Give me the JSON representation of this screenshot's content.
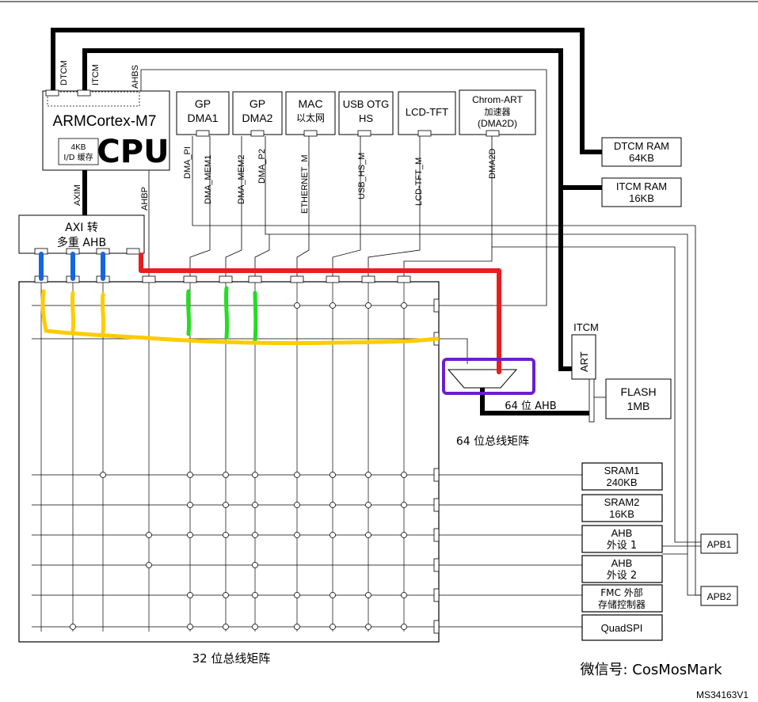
{
  "cpu": {
    "title": "ARMCortex-M7",
    "cache_line1": "4KB",
    "cache_line2": "I/D 缓存",
    "handwriting": "CPU",
    "port_dtcm": "DTCM",
    "port_itcm": "ITCM",
    "port_ahbs": "AHBS",
    "port_axim": "AXIM",
    "port_ahbp": "AHBP"
  },
  "axi_bridge": {
    "line1": "AXI 转",
    "line2": "多重 AHB"
  },
  "masters": [
    {
      "line1": "GP",
      "line2": "DMA1"
    },
    {
      "line1": "GP",
      "line2": "DMA2"
    },
    {
      "line1": "MAC",
      "line2": "以太网"
    },
    {
      "line1": "USB OTG",
      "line2": "HS"
    },
    {
      "line1": "LCD-TFT",
      "line2": ""
    },
    {
      "line1": "Chrom-ART",
      "line2": "加速器",
      "line3": "(DMA2D)"
    }
  ],
  "master_ports": [
    "DMA_PI",
    "DMA_MEM1",
    "DMA_MEM2",
    "DMA_P2",
    "ETHERNET_M",
    "USB_HS_M",
    "LCD-TFT_M",
    "DMA2D"
  ],
  "tcm": {
    "dtcm_line1": "DTCM RAM",
    "dtcm_line2": "64KB",
    "itcm_line1": "ITCM RAM",
    "itcm_line2": "16KB"
  },
  "flash_path": {
    "itcm_label": "ITCM",
    "art_label": "ART",
    "flash_line1": "FLASH",
    "flash_line2": "1MB",
    "ahb64_label": "64 位 AHB"
  },
  "matrix": {
    "matrix64_label": "64 位总线矩阵",
    "matrix32_label": "32 位总线矩阵"
  },
  "slaves": [
    {
      "line1": "SRAM1",
      "line2": "240KB"
    },
    {
      "line1": "SRAM2",
      "line2": "16KB"
    },
    {
      "line1": "AHB",
      "line2": "外设 1"
    },
    {
      "line1": "AHB",
      "line2": "外设 2"
    },
    {
      "line1": "FMC 外部",
      "line2": "存储控制器"
    },
    {
      "line1": "QuadSPI",
      "line2": ""
    }
  ],
  "apb": {
    "apb1": "APB1",
    "apb2": "APB2"
  },
  "watermark": "微信号: CosMosMark",
  "doc_ref": "MS34163V1",
  "colors": {
    "axi_links": "#1565e0",
    "dma_links": "#22dd22",
    "path_highlight": "#ffcc00",
    "ahbp_route": "#e81e1e",
    "converter_highlight": "#6a1fd0",
    "thick_bus": "#000000"
  }
}
